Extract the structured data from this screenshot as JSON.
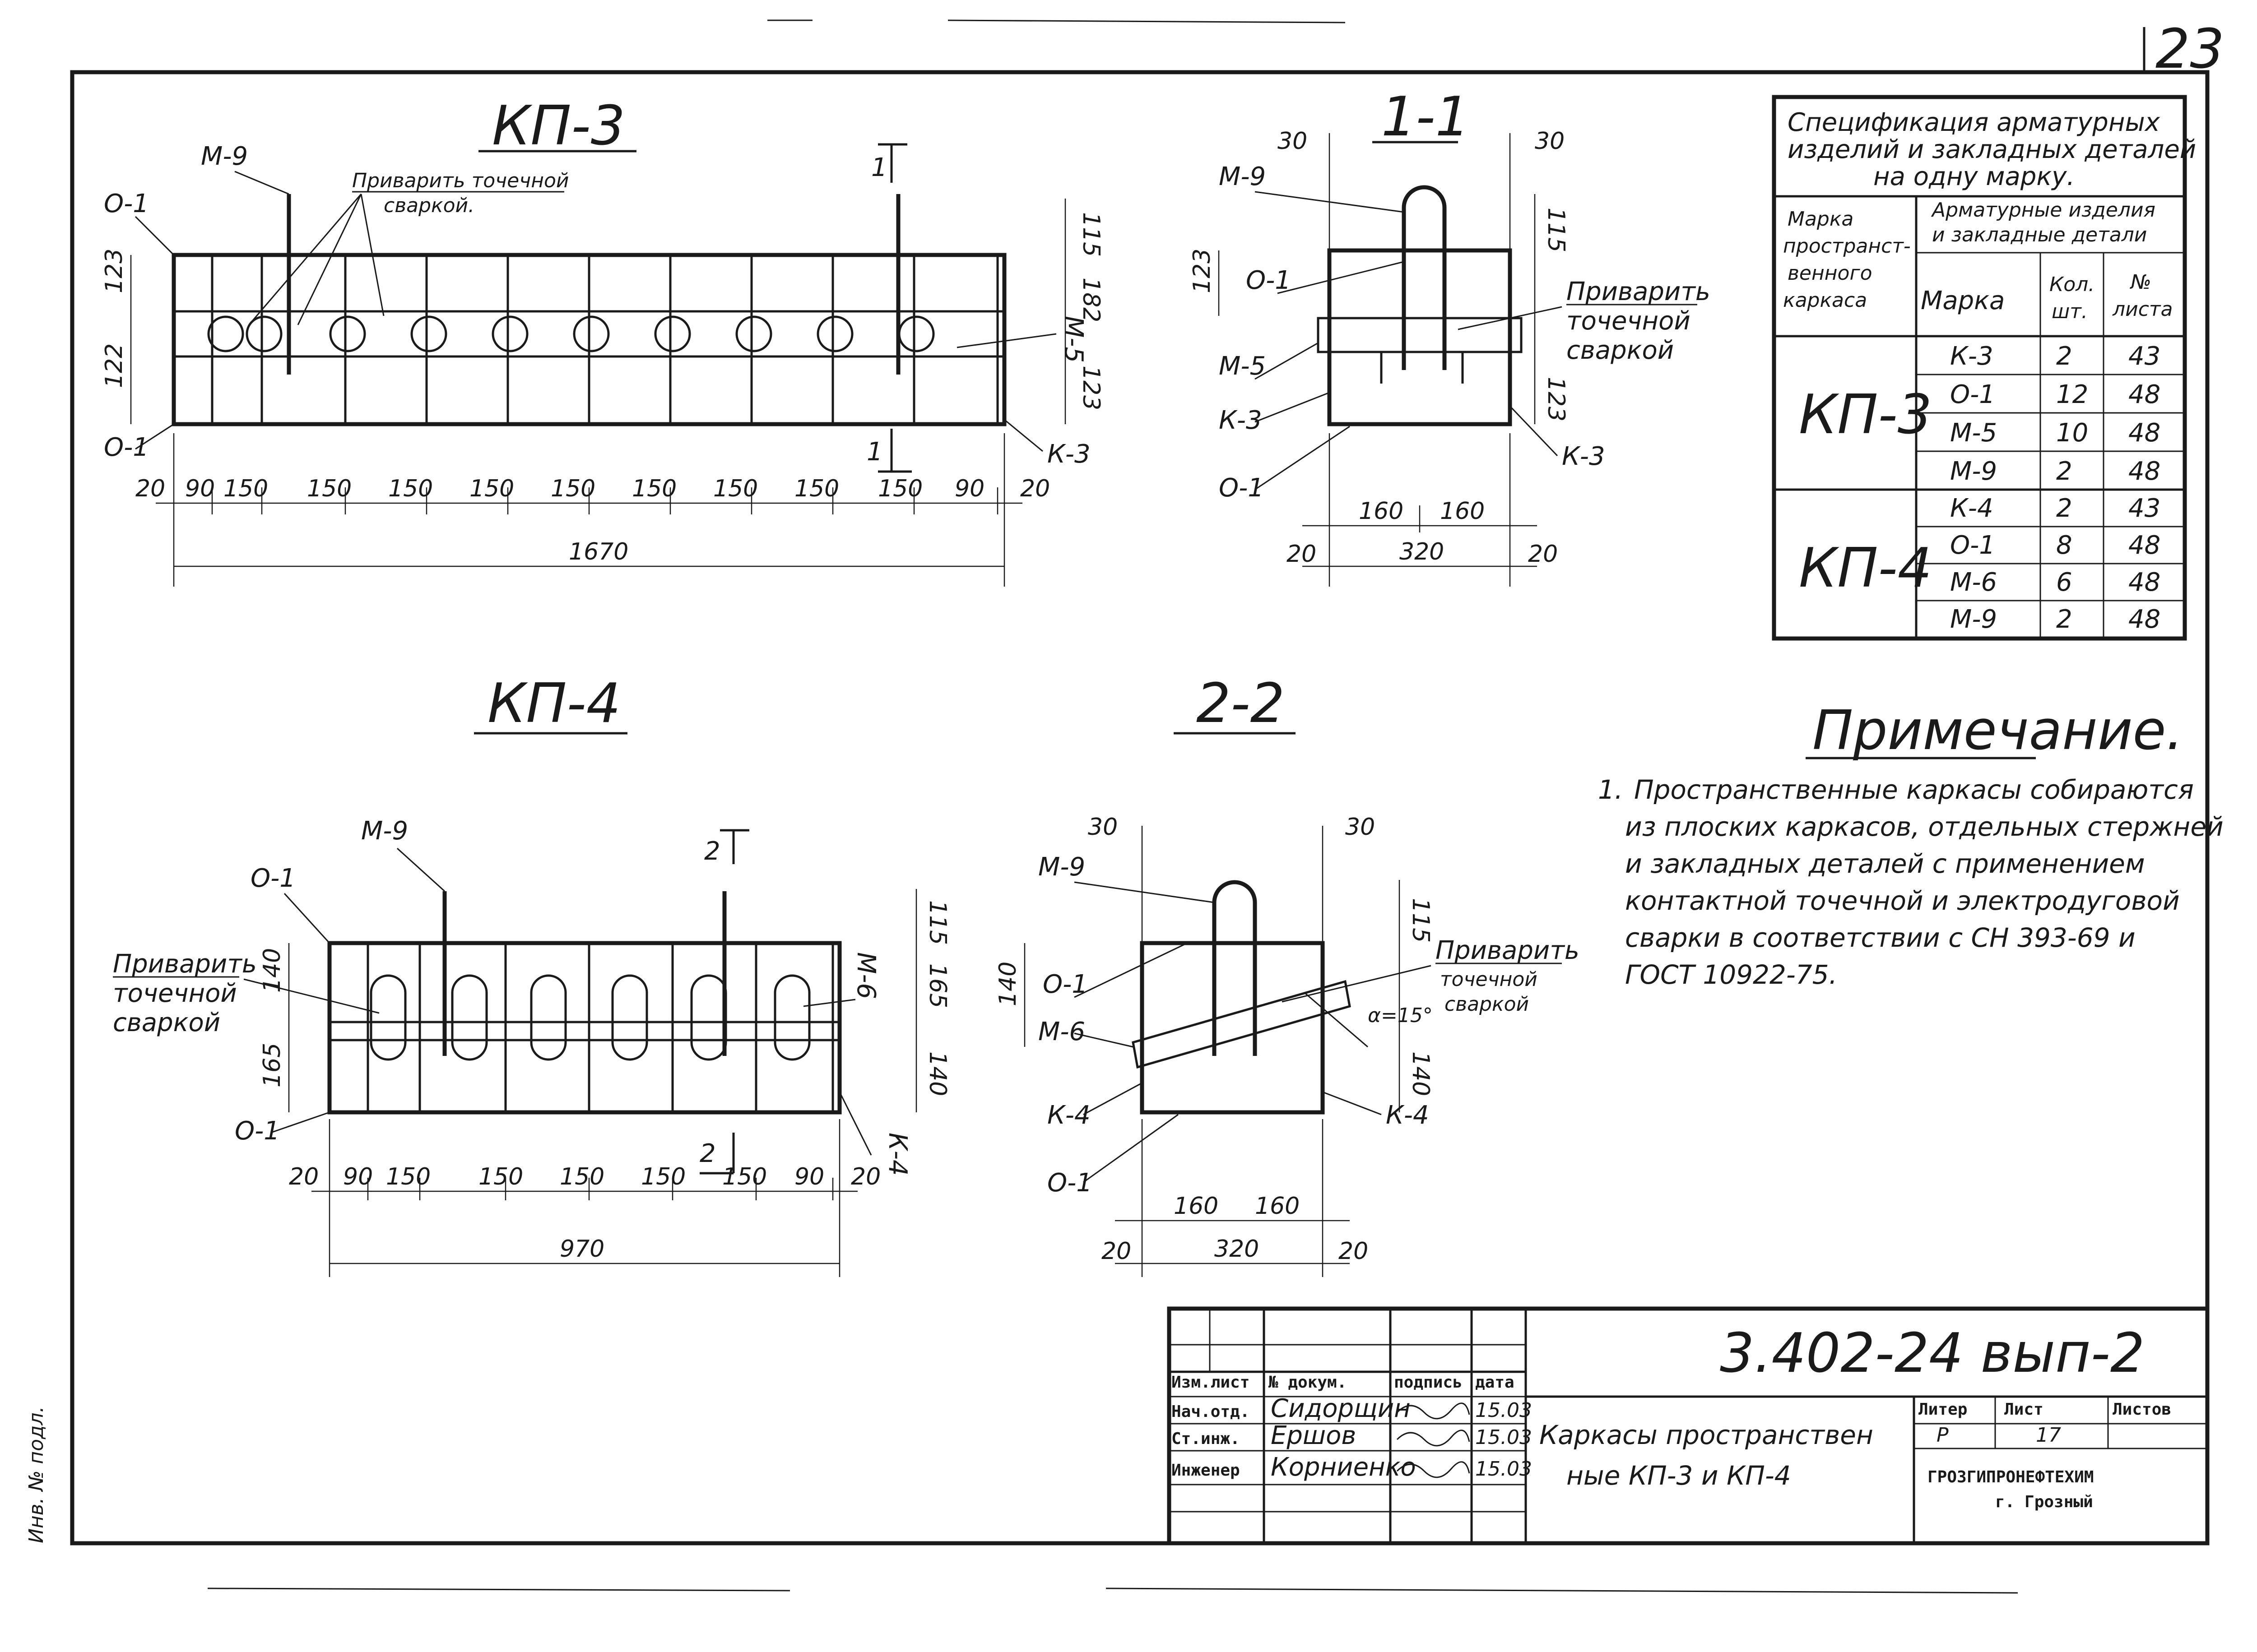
{
  "page_number": "23",
  "views": {
    "kp3": {
      "title": "КП-3"
    },
    "kp4": {
      "title": "КП-4"
    },
    "s11": {
      "title": "1-1"
    },
    "s22": {
      "title": "2-2"
    }
  },
  "labels": {
    "m9": "М-9",
    "m5": "М-5",
    "m6": "М-6",
    "o1": "О-1",
    "k3": "К-3",
    "k4": "К-4",
    "weld_kp3_1": "Приварить точечной",
    "weld_kp3_2": "сваркой.",
    "weld_a": "Приварить",
    "weld_b": "точечной",
    "weld_c": "сваркой",
    "cut1": "1",
    "cut2": "2",
    "angle": "α=15°"
  },
  "dims": {
    "kp3_bottom": [
      "20",
      "90",
      "150",
      "150",
      "150",
      "150",
      "150",
      "150",
      "150",
      "150",
      "150",
      "90",
      "20"
    ],
    "kp3_total": "1670",
    "kp3_left": [
      "123",
      "122"
    ],
    "kp3_right": [
      "115",
      "182",
      "123"
    ],
    "kp4_bottom": [
      "20",
      "90",
      "150",
      "150",
      "150",
      "150",
      "150",
      "90",
      "20"
    ],
    "kp4_total": "970",
    "kp4_left": [
      "140",
      "165"
    ],
    "kp4_right": [
      "115",
      "165",
      "140"
    ],
    "s11_bottom": [
      "20",
      "160",
      "160",
      "20"
    ],
    "s11_total": "320",
    "s11_top": [
      "30",
      "30"
    ],
    "s11_side": [
      "123",
      "115",
      "123"
    ],
    "s22_bottom": [
      "20",
      "160",
      "160",
      "20"
    ],
    "s22_total": "320",
    "s22_top": [
      "30",
      "30"
    ],
    "s22_side": [
      "140",
      "115",
      "140"
    ]
  },
  "spec_table": {
    "title_lines": [
      "Спецификация арматурных",
      "изделий и закладных деталей",
      "на одну марку."
    ],
    "col_mark_lines": [
      "Марка",
      "пространст-",
      "венного",
      "каркаса"
    ],
    "group_header_lines": [
      "Арматурные изделия",
      "и закладные детали"
    ],
    "col_marka": "Марка",
    "col_qty_lines": [
      "Кол.",
      "шт."
    ],
    "col_sheet_lines": [
      "№",
      "листа"
    ],
    "groups": [
      {
        "name": "КП-3",
        "rows": [
          {
            "marka": "К-3",
            "qty": "2",
            "sheet": "43"
          },
          {
            "marka": "О-1",
            "qty": "12",
            "sheet": "48"
          },
          {
            "marka": "М-5",
            "qty": "10",
            "sheet": "48"
          },
          {
            "marka": "М-9",
            "qty": "2",
            "sheet": "48"
          }
        ]
      },
      {
        "name": "КП-4",
        "rows": [
          {
            "marka": "К-4",
            "qty": "2",
            "sheet": "43"
          },
          {
            "marka": "О-1",
            "qty": "8",
            "sheet": "48"
          },
          {
            "marka": "М-6",
            "qty": "6",
            "sheet": "48"
          },
          {
            "marka": "М-9",
            "qty": "2",
            "sheet": "48"
          }
        ]
      }
    ]
  },
  "note": {
    "heading": "Примечание.",
    "number": "1.",
    "lines": [
      "Пространственные каркасы собираются",
      "из плоских каркасов, отдельных стержней",
      "и закладных деталей с применением",
      "контактной точечной и электродуговой",
      "сварки в соответствии с СН 393-69 и",
      "ГОСТ 10922-75."
    ]
  },
  "title_block": {
    "doc_code": "3.402-24 вып-2",
    "headers": [
      "Изм.лист",
      "№ докум.",
      "подпись",
      "дата"
    ],
    "people": [
      {
        "role": "Нач.отд.",
        "name": "Сидорщин",
        "date": "15.03"
      },
      {
        "role": "Ст.инж.",
        "name": "Ершов",
        "date": "15.03"
      },
      {
        "role": "Инженер",
        "name": "Корниенко",
        "date": "15.03"
      }
    ],
    "name_lines": [
      "Каркасы пространствен",
      "ные КП-3 и КП-4"
    ],
    "litera_label": "Литер",
    "litera": "Р",
    "sheet_label": "Лист",
    "sheet": "17",
    "sheets_label": "Листов",
    "sheets": "",
    "org": "ГРОЗГИПРОНЕФТЕХИМ",
    "city": "г. Грозный"
  },
  "margin_stamp": "Инв. № подл."
}
